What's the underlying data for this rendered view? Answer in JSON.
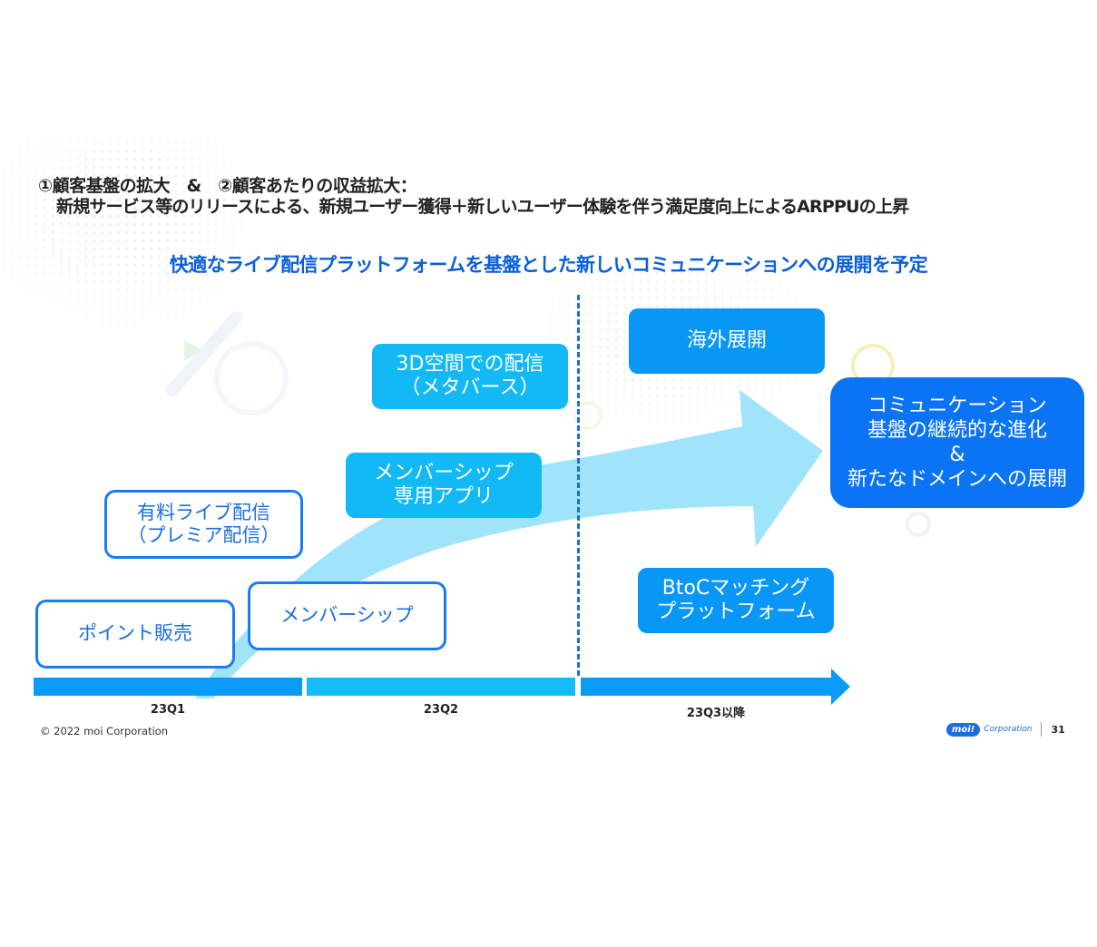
{
  "header": {
    "line1": "①顧客基盤の拡大　&　②顧客あたりの収益拡大：",
    "line2": "新規サービス等のリリースによる、新規ユーザー獲得＋新しいユーザー体験を伴う満足度向上によるARPPUの上昇"
  },
  "subtitle": "快適なライブ配信プラットフォームを基盤とした新しいコミュニケーションへの展開を予定",
  "boxes": {
    "point_sales": {
      "lines": [
        "ポイント販売"
      ]
    },
    "membership": {
      "lines": [
        "メンバーシップ"
      ]
    },
    "paid_live": {
      "lines": [
        "有料ライブ配信",
        "（プレミア配信）"
      ]
    },
    "membership_app": {
      "lines": [
        "メンバーシップ",
        "専用アプリ"
      ]
    },
    "metaverse": {
      "lines": [
        "3D空間での配信",
        "（メタバース）"
      ]
    },
    "overseas": {
      "lines": [
        "海外展開"
      ]
    },
    "btoc": {
      "lines": [
        "BtoCマッチング",
        "プラットフォーム"
      ]
    },
    "communication": {
      "lines": [
        "コミュニケーション",
        "基盤の継続的な進化",
        "&",
        "新たなドメインへの展開"
      ]
    }
  },
  "timeline": {
    "periods": [
      "23Q1",
      "23Q2",
      "23Q3以降"
    ]
  },
  "colors": {
    "outline_blue": "#1a7cf2",
    "cyan": "#12b9f5",
    "blue": "#0896f7",
    "deep_blue": "#0a74f5",
    "arrow": "#a0e4fb",
    "subtitle": "#0a5fd6"
  },
  "footer": {
    "copyright": "© 2022 moi Corporation",
    "logo_mark": "moi!",
    "logo_text": "Corporation",
    "page_number": "31"
  }
}
